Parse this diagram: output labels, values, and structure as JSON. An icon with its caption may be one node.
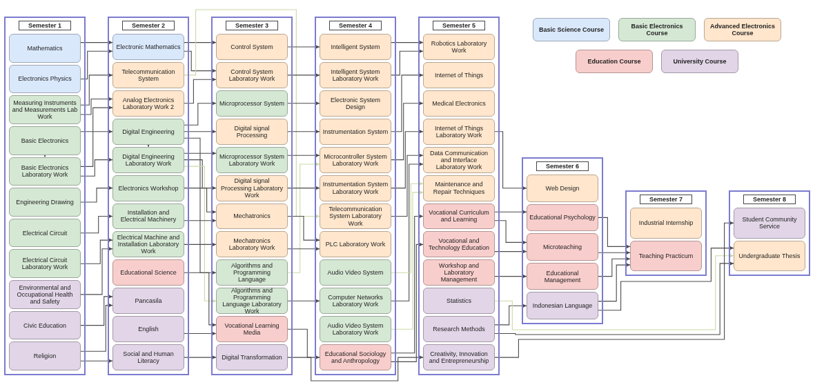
{
  "diagram": {
    "nodes": [
      {
        "text": [
          "Semester 1"
        ]
      },
      {
        "text": [
          "Mathematics"
        ],
        "in": 0
      },
      {
        "text": [
          "Electronics Physics"
        ],
        "in": 0
      },
      {
        "text": [
          "Measuring Instruments and Measurements Lab Work"
        ],
        "in": 0
      },
      {
        "text": [
          "Basic Electronics"
        ],
        "in": 0
      },
      {
        "text": [
          "Basic Electronics Laboratory Work"
        ],
        "in": 0
      },
      {
        "text": [
          "Engineering Drawing"
        ],
        "in": 0
      },
      {
        "text": [
          "Electrical Circuit"
        ],
        "in": 0
      },
      {
        "text": [
          "Electrical Circuit Laboratory Work"
        ],
        "in": 0
      },
      {
        "text": [
          "Environmental and Occupational Health and Safety"
        ],
        "in": 0
      },
      {
        "text": [
          "Civic Education"
        ],
        "in": 0
      },
      {
        "text": [
          "Religion"
        ],
        "in": 0
      },
      {
        "text": [
          "Semester 2"
        ]
      },
      {
        "text": [
          "Electronic Mathematics"
        ],
        "in": 12
      },
      {
        "text": [
          "Telecommunication System"
        ],
        "in": 12
      },
      {
        "text": [
          "Analog Electronics Laboratory Work 2"
        ],
        "in": 12
      },
      {
        "text": [
          "Digital Engineering"
        ],
        "in": 12
      },
      {
        "text": [
          "Digital Engineering Laboratory Work"
        ],
        "in": 12
      },
      {
        "text": [
          "Electronics Workshop"
        ],
        "in": 12
      },
      {
        "text": [
          "Installation and Electrical Machinery"
        ],
        "in": 12
      },
      {
        "text": [
          "Electrical Machine and Installation Laboratory Work"
        ],
        "in": 12
      },
      {
        "text": [
          "Educational Science"
        ],
        "in": 12
      },
      {
        "text": [
          "Pancasila"
        ],
        "in": 12
      },
      {
        "text": [
          "English"
        ],
        "in": 12
      },
      {
        "text": [
          "Social and Human Literacy"
        ],
        "in": 12
      },
      {
        "text": [
          "Semester 3"
        ]
      },
      {
        "text": [
          "Control System"
        ],
        "in": 25
      },
      {
        "text": [
          "Control System Laboratory Work"
        ],
        "in": 25
      },
      {
        "text": [
          "Microprocessor System"
        ],
        "in": 25
      },
      {
        "text": [
          "Digital signal Processing"
        ],
        "in": 25
      },
      {
        "text": [
          "Microprocessor System Laboratory Work"
        ],
        "in": 25
      },
      {
        "text": [
          "Digital signal Processing Laboratory Work"
        ],
        "in": 25
      },
      {
        "text": [
          "Mechatronics"
        ],
        "in": 25
      },
      {
        "text": [
          "Mechatronics Laboratory Work"
        ],
        "in": 25
      },
      {
        "text": [
          "Algorithms and Programming Language"
        ],
        "in": 25
      },
      {
        "text": [
          "Algorithms and Programming Language Laboratory Work"
        ],
        "in": 25
      },
      {
        "text": [
          "Vocational Learning Media"
        ],
        "in": 25
      },
      {
        "text": [
          "Digital Transformation"
        ],
        "in": 25
      },
      {
        "text": [
          "Semester 4"
        ]
      },
      {
        "text": [
          "Intelligent System"
        ],
        "in": 38
      },
      {
        "text": [
          "Intelligent System Laboratory Work"
        ],
        "in": 38
      },
      {
        "text": [
          "Electronic System Design"
        ],
        "in": 38
      },
      {
        "text": [
          "Instrumentation System"
        ],
        "in": 38
      },
      {
        "text": [
          "Microcontroller System Laboratory Work"
        ],
        "in": 38
      },
      {
        "text": [
          "Instrumentation System Laboratory Work"
        ],
        "in": 38
      },
      {
        "text": [
          "Telecommunication System Laboratory Work"
        ],
        "in": 38
      },
      {
        "text": [
          "PLC Laboratory Work"
        ],
        "in": 38
      },
      {
        "text": [
          "Audio Video System"
        ],
        "in": 38
      },
      {
        "text": [
          "Computer Networks Laboratory Work"
        ],
        "in": 38
      },
      {
        "text": [
          "Audio Video System Laboratory Work"
        ],
        "in": 38
      },
      {
        "text": [
          "Educational Sociology and Anthropology"
        ],
        "in": 38
      },
      {
        "text": [
          "Semester 5"
        ]
      },
      {
        "text": [
          "Robotics Laboratory Work"
        ],
        "in": 51
      },
      {
        "text": [
          "Internet of Things"
        ],
        "in": 51
      },
      {
        "text": [
          "Medical Electronics"
        ],
        "in": 51
      },
      {
        "text": [
          "Internet of Things Laboratory Work"
        ],
        "in": 51
      },
      {
        "text": [
          "Data Communication and Interface Laboratory Work"
        ],
        "in": 51
      },
      {
        "text": [
          "Maintenance and Repair Techniques"
        ],
        "in": 51
      },
      {
        "text": [
          "Vocational Curriculum and Learning"
        ],
        "in": 51
      },
      {
        "text": [
          "Vocational and Technology Education"
        ],
        "in": 51
      },
      {
        "text": [
          "Workshop and Laboratory Management"
        ],
        "in": 51
      },
      {
        "text": [
          "Statistics"
        ],
        "in": 51
      },
      {
        "text": [
          "Research Methods"
        ],
        "in": 51
      },
      {
        "text": [
          "Creativity, Innovation and Entrepreneurship"
        ],
        "in": 51
      },
      {
        "text": [
          "Semester 6"
        ]
      },
      {
        "text": [
          "Web Design"
        ],
        "in": 64
      },
      {
        "text": [
          "Educational Psychology"
        ],
        "in": 64
      },
      {
        "text": [
          "Microteaching"
        ],
        "in": 64
      },
      {
        "text": [
          "Educational Management"
        ],
        "in": 64
      },
      {
        "text": [
          "Indonesian Language"
        ],
        "in": 64
      },
      {
        "text": [
          "Semester 7"
        ]
      },
      {
        "text": [
          "Industrial Internship"
        ],
        "in": 70
      },
      {
        "text": [
          "Teaching Practicum"
        ],
        "in": 70
      },
      {
        "text": [
          "Semester 8"
        ]
      },
      {
        "text": [
          "Student Community Service"
        ],
        "in": 73
      },
      {
        "text": [
          "Undergraduate Thesis"
        ],
        "in": 73
      }
    ],
    "edges": [
      {
        "from": 1,
        "to": 13,
        "arrow": "to"
      },
      {
        "from": 2,
        "to": 13,
        "arrow": "to"
      },
      {
        "from": 3,
        "to": 14,
        "arrow": "to"
      },
      {
        "from": 3,
        "to": 15,
        "arrow": "to"
      },
      {
        "from": 5,
        "to": 15,
        "arrow": "to"
      },
      {
        "from": 4,
        "to": 16,
        "arrow": "to"
      },
      {
        "from": 4,
        "to": 5,
        "arrow": "to"
      },
      {
        "from": 5,
        "to": 17,
        "arrow": "to"
      },
      {
        "from": 16,
        "to": 17,
        "arrow": "to"
      },
      {
        "from": 6,
        "to": 18,
        "arrow": "to"
      },
      {
        "from": 7,
        "to": 19,
        "arrow": "to"
      },
      {
        "from": 8,
        "to": 20,
        "arrow": "to"
      },
      {
        "from": 9,
        "to": 20,
        "arrow": "to"
      },
      {
        "from": 10,
        "to": 22,
        "arrow": "to"
      },
      {
        "from": 11,
        "to": 22,
        "arrow": "to"
      },
      {
        "from": 11,
        "to": 24,
        "arrow": "to"
      },
      {
        "from": 13,
        "to": 26,
        "arrow": "to"
      },
      {
        "from": 13,
        "to": 27,
        "arrow": "to"
      },
      {
        "from": 15,
        "to": 27,
        "arrow": "to"
      },
      {
        "from": 14,
        "to": 45,
        "arrow": "to",
        "color": "#c9d9a6"
      },
      {
        "from": 16,
        "to": 28,
        "arrow": "to"
      },
      {
        "from": 16,
        "to": 29,
        "arrow": "to"
      },
      {
        "from": 16,
        "to": 34,
        "arrow": "to"
      },
      {
        "from": 17,
        "to": 30,
        "arrow": "to"
      },
      {
        "from": 17,
        "to": 31,
        "arrow": "to"
      },
      {
        "from": 17,
        "to": 35,
        "arrow": "to",
        "color": "#c9d9a6"
      },
      {
        "from": 18,
        "to": 32,
        "arrow": "to"
      },
      {
        "from": 19,
        "to": 32,
        "arrow": "to"
      },
      {
        "from": 20,
        "to": 33,
        "arrow": "to"
      },
      {
        "from": 21,
        "to": 36,
        "arrow": "to"
      },
      {
        "from": 23,
        "to": 36,
        "arrow": "to"
      },
      {
        "from": 24,
        "to": 37,
        "arrow": "to"
      },
      {
        "from": 26,
        "to": 39,
        "arrow": "to"
      },
      {
        "from": 27,
        "to": 40,
        "arrow": "to"
      },
      {
        "from": 28,
        "to": 41,
        "arrow": "to"
      },
      {
        "from": 29,
        "to": 42,
        "arrow": "to"
      },
      {
        "from": 30,
        "to": 43,
        "arrow": "to"
      },
      {
        "from": 34,
        "to": 43,
        "arrow": "to",
        "color": "#c9d9a6"
      },
      {
        "from": 31,
        "to": 44,
        "arrow": "to"
      },
      {
        "from": 32,
        "to": 46,
        "arrow": "to"
      },
      {
        "from": 33,
        "to": 46,
        "arrow": "to"
      },
      {
        "from": 35,
        "to": 48,
        "arrow": "to"
      },
      {
        "from": 36,
        "to": 50,
        "arrow": "to"
      },
      {
        "from": 37,
        "to": 63,
        "arrow": "to"
      },
      {
        "from": 39,
        "to": 52,
        "arrow": "to"
      },
      {
        "from": 40,
        "to": 52,
        "arrow": "to"
      },
      {
        "from": 42,
        "to": 53,
        "arrow": "to"
      },
      {
        "from": 43,
        "to": 54,
        "arrow": "to"
      },
      {
        "from": 44,
        "to": 55,
        "arrow": "to"
      },
      {
        "from": 45,
        "to": 56,
        "arrow": "to"
      },
      {
        "from": 48,
        "to": 56,
        "arrow": "to"
      },
      {
        "from": 47,
        "to": 57,
        "arrow": "to",
        "color": "#c9d9a6"
      },
      {
        "from": 49,
        "to": 57,
        "arrow": "to",
        "color": "#c9d9a6"
      },
      {
        "from": 50,
        "to": 58,
        "arrow": "to"
      },
      {
        "from": 50,
        "to": 59,
        "arrow": "to"
      },
      {
        "from": 55,
        "to": 65,
        "arrow": "to"
      },
      {
        "from": 58,
        "to": 66,
        "arrow": "to"
      },
      {
        "from": 58,
        "to": 67,
        "arrow": "to"
      },
      {
        "from": 59,
        "to": 67,
        "arrow": "to"
      },
      {
        "from": 60,
        "to": 68,
        "arrow": "to"
      },
      {
        "from": 62,
        "to": 69,
        "arrow": "to"
      },
      {
        "from": 66,
        "to": 72,
        "arrow": "to"
      },
      {
        "from": 67,
        "to": 72,
        "arrow": "to"
      },
      {
        "from": 68,
        "to": 72,
        "arrow": "to"
      },
      {
        "from": 69,
        "to": 72,
        "arrow": "to"
      },
      {
        "from": 69,
        "to": 75,
        "arrow": "to"
      },
      {
        "from": 61,
        "to": 75,
        "arrow": "to",
        "color": "#c9d9a6"
      },
      {
        "from": 62,
        "to": 75,
        "arrow": "to"
      },
      {
        "from": 63,
        "to": 74,
        "arrow": "to"
      }
    ],
    "legend": [
      {
        "text": "Basic Science Course",
        "color": "#dae8fc"
      },
      {
        "text": "Basic Electronics Course",
        "color": "#d5e8d4"
      },
      {
        "text": "Advanced Electronics Course",
        "color": "#ffe6cc"
      },
      {
        "text": "Education Course",
        "color": "#f8cecc"
      },
      {
        "text": "University Course",
        "color": "#e1d5e7"
      }
    ]
  }
}
